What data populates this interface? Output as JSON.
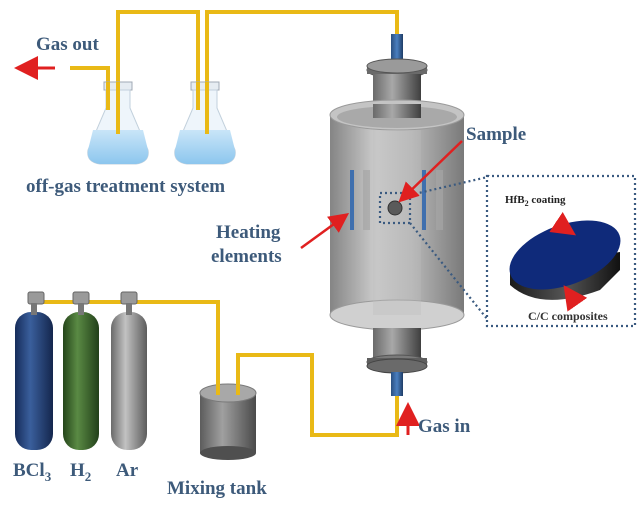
{
  "title": "CVD apparatus schematic for HfB2 coating",
  "labels": {
    "gas_out": "Gas out",
    "off_gas": "off-gas treatment system",
    "sample": "Sample",
    "heating_1": "Heating",
    "heating_2": "elements",
    "hfb2_main": "HfB",
    "hfb2_sub": "2",
    "hfb2_rest": " coating",
    "cc": "C/C composites",
    "gas_in": "Gas in",
    "mixing": "Mixing tank",
    "cyl1_main": "BCl",
    "cyl1_sub": "3",
    "cyl2_main": "H",
    "cyl2_sub": "2",
    "cyl3_main": "Ar"
  },
  "colors": {
    "pipe": "#e9b916",
    "arrow": "#e02020",
    "label": "#3d5a7a",
    "bcl3": "#1f3f7a",
    "h2": "#3b6b2a",
    "ar": "#8e8e8e",
    "liquid": "#a7d3f2",
    "coating": "#0f2a7a"
  }
}
